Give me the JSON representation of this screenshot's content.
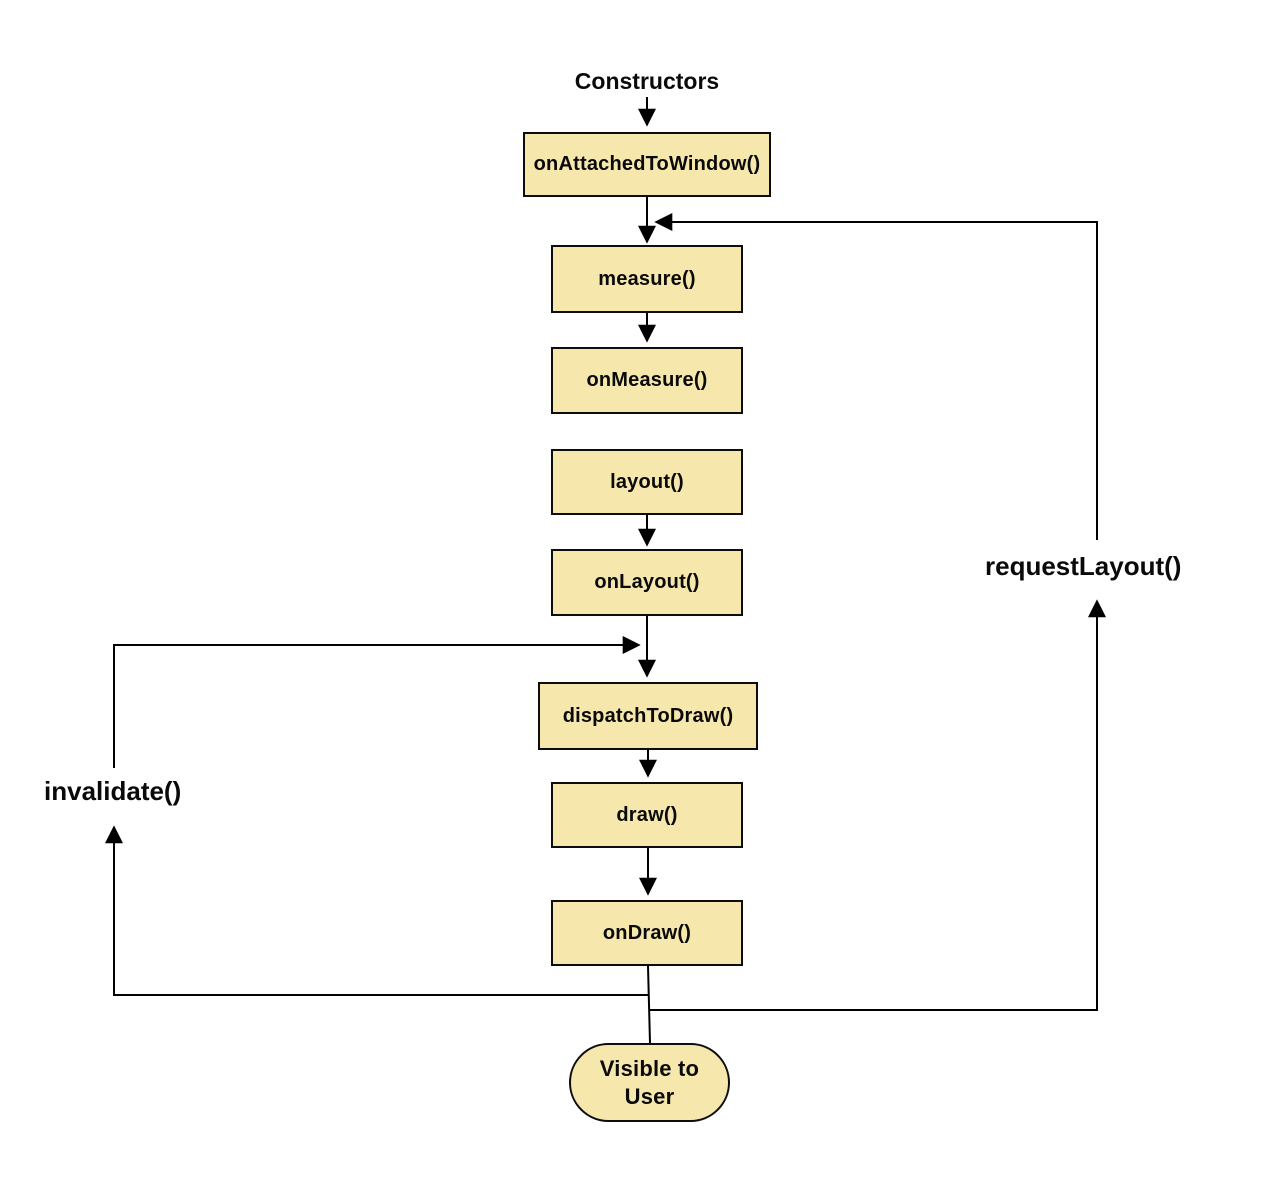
{
  "diagram": {
    "title": "Constructors",
    "nodes": [
      {
        "id": "onAttachedToWindow",
        "label": "onAttachedToWindow()",
        "shape": "rect"
      },
      {
        "id": "measure",
        "label": "measure()",
        "shape": "rect"
      },
      {
        "id": "onMeasure",
        "label": "onMeasure()",
        "shape": "rect"
      },
      {
        "id": "layout",
        "label": "layout()",
        "shape": "rect"
      },
      {
        "id": "onLayout",
        "label": "onLayout()",
        "shape": "rect"
      },
      {
        "id": "dispatchToDraw",
        "label": "dispatchToDraw()",
        "shape": "rect"
      },
      {
        "id": "draw",
        "label": "draw()",
        "shape": "rect"
      },
      {
        "id": "onDraw",
        "label": "onDraw()",
        "shape": "rect"
      },
      {
        "id": "visibleToUser",
        "label": "Visible to User",
        "shape": "capsule"
      }
    ],
    "edge_labels": {
      "invalidate": "invalidate()",
      "request_layout": "requestLayout()"
    },
    "flow_notes": {
      "left_loop": "onDraw output loops left and up through invalidate() back into dispatchToDraw input",
      "right_loop": "onDraw output loops right and up through requestLayout() back into measure input",
      "gap": "no connector between onMeasure() and layout()"
    },
    "colors": {
      "node_fill": "#F6E7AD",
      "node_border": "#0d0d0d",
      "connector": "#000000",
      "background": "#FFFFFF"
    }
  }
}
